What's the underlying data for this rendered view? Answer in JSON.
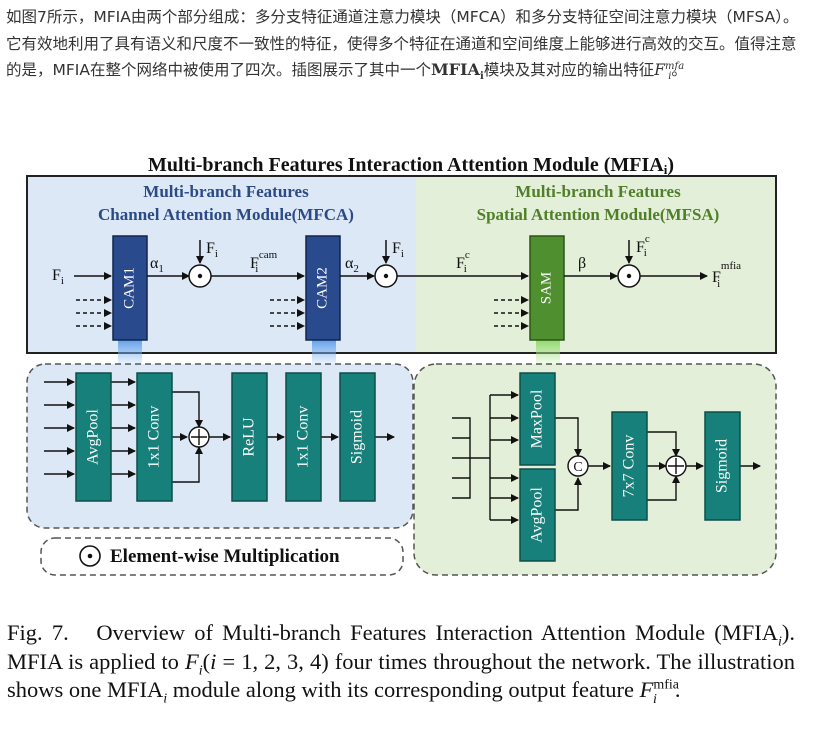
{
  "intro": {
    "text_a": "如图7所示，MFIA由两个部分组成：多分支特征通道注意力模块（MFCA）和多分支特征空间注意力模块（MFSA）。它有效地利用了具有语义和尺度不一致性的特征，使得多个特征在通道和空间维度上能够进行高效的交互。值得注意的是，MFIA在整个网络中被使用了四次。插图展示了其中一个",
    "mfia_symbol": "MFIA",
    "mfia_sub": "i",
    "text_b": "模块及其对应的输出特征",
    "feat_symbol": "F",
    "feat_sup": "mfa",
    "feat_sub": "i",
    "text_c": "。"
  },
  "figure": {
    "title_main": "Multi-branch Features Interaction Attention Module (MFIA",
    "title_sub": "i",
    "title_close": ")",
    "mfca_title_1": "Multi-branch Features",
    "mfca_title_2": "Channel Attention Module(MFCA)",
    "mfsa_title_1": "Multi-branch Features",
    "mfsa_title_2": "Spatial Attention Module(MFSA)",
    "input_F": "F",
    "input_F_sub": "i",
    "cam1": "CAM1",
    "cam2": "CAM2",
    "sam": "SAM",
    "alpha": "α",
    "alpha1_sub": "1",
    "alpha2_sub": "2",
    "beta": "β",
    "fi_top_1": "F",
    "fi_top_1_sub": "i",
    "fi_cam": "F",
    "fi_cam_sub": "i",
    "fi_cam_sup": "cam",
    "fi_top_2": "F",
    "fi_top_2_sub": "i",
    "fi_c": "F",
    "fi_c_sub": "i",
    "fi_c_sup": "c",
    "fi_c_top": "F",
    "fi_c_top_sub": "i",
    "fi_c_top_sup": "c",
    "out": "F",
    "out_sub": "i",
    "out_sup": "mfia",
    "channel_blocks": [
      "AvgPool",
      "1x1 Conv",
      "ReLU",
      "1x1 Conv",
      "Sigmoid"
    ],
    "spatial_blocks": [
      "MaxPool",
      "AvgPool",
      "7x7 Conv",
      "Sigmoid"
    ],
    "concat": "C",
    "legend": "Element-wise Multiplication"
  },
  "caption": {
    "label": "Fig. 7.",
    "t1": "Overview of Multi-branch Features Interaction Attention Module (MFIA",
    "t1_sub": "i",
    "t2": "). MFIA is applied to ",
    "f_sym": "F",
    "f_sub": "i",
    "t3": "(",
    "i_sym": "i",
    "t4": " = 1, 2, 3, 4) four times throughout the network. The illustration shows one MFIA",
    "t4_sub": "i",
    "t5": " module along with its corresponding output feature ",
    "out_sym": "F",
    "out_sub": "i",
    "out_sup": "mfia",
    "t6": "."
  },
  "colors": {
    "blue_panel": "#dce8f5",
    "green_panel": "#e4efd9",
    "cam_blue": "#2a4a8e",
    "sam_green": "#4f8f2f",
    "teal_block": "#17807a",
    "title_blue": "#2b4a86",
    "title_green": "#4f7f28"
  }
}
